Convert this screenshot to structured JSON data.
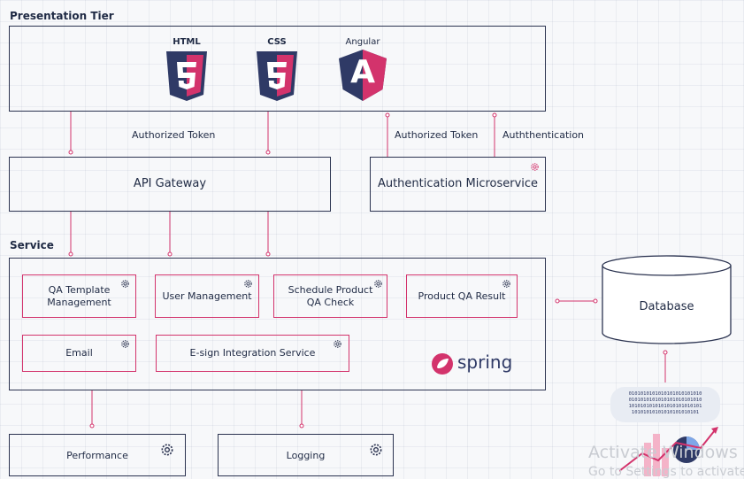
{
  "sections": {
    "presentation": "Presentation Tier",
    "service": "Service"
  },
  "logos": {
    "html": "HTML",
    "css": "CSS",
    "angular": "Angular",
    "angular_letter": "A",
    "spring": "spring"
  },
  "connectors": {
    "authorized_token_left": "Authorized Token",
    "authorized_token_right": "Authorized Token",
    "authentication": "Auththentication"
  },
  "boxes": {
    "api_gateway": "API Gateway",
    "auth_microservice": "Authentication Microservice",
    "database": "Database",
    "performance": "Performance",
    "logging": "Logging"
  },
  "services": {
    "qa_template_line1": "QA Template",
    "qa_template_line2": "Management",
    "user_management": "User Management",
    "schedule_line1": "Schedule Product",
    "schedule_line2": "QA Check",
    "product_qa_result": "Product QA Result",
    "email": "Email",
    "esign": "E-sign Integration Service"
  },
  "binary": {
    "line1": "0101010101010101010101010",
    "line2": "0101010101010101010101010",
    "line3": "1010101010101010101010101",
    "line4": "10101010101010101010101"
  },
  "watermark": {
    "line1": "Activate Windows",
    "line2": "Go to Settings to activate W"
  },
  "colors": {
    "accent": "#d3336c",
    "border": "#2b3350",
    "html_orange": "#2f3a66",
    "navy": "#2f3a66"
  }
}
